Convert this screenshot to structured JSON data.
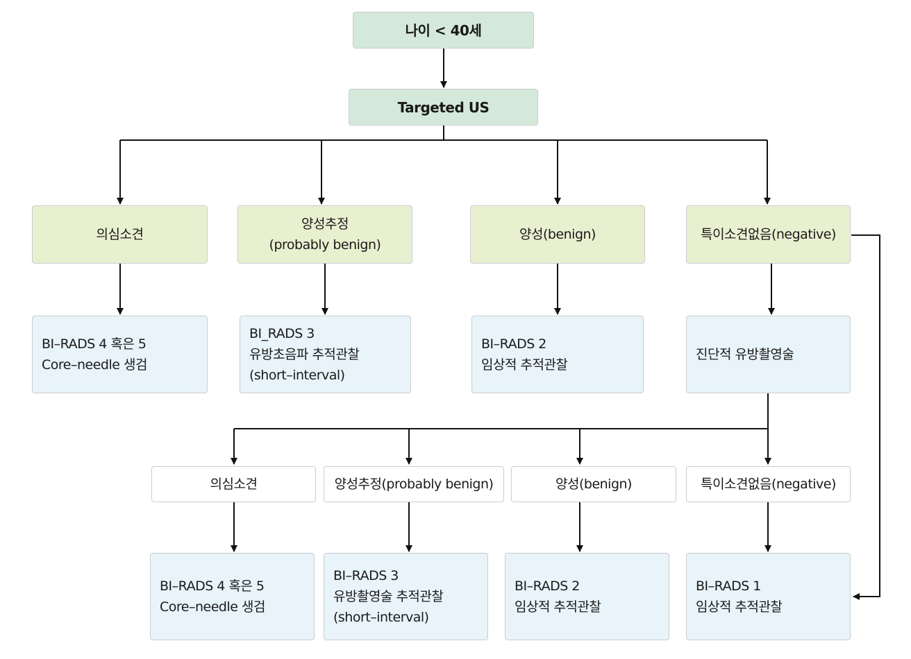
{
  "top": {
    "age": [
      "나이 < 40세"
    ],
    "us": [
      "Targeted US"
    ]
  },
  "level1": [
    {
      "lines": [
        "의심소견"
      ]
    },
    {
      "lines": [
        "양성추정",
        "(probably benign)"
      ]
    },
    {
      "lines": [
        "양성(benign)"
      ]
    },
    {
      "lines": [
        "특이소견없음(negative)"
      ]
    }
  ],
  "level2": [
    {
      "lines": [
        "BI–RADS 4 혹은 5",
        "Core–needle 생검"
      ]
    },
    {
      "lines": [
        "BI_RADS 3",
        "유방초음파 추적관찰",
        "(short–interval)"
      ]
    },
    {
      "lines": [
        "BI–RADS 2",
        "임상적 추적관찰"
      ]
    },
    {
      "lines": [
        "진단적 유방촬영술"
      ]
    }
  ],
  "level3": [
    {
      "lines": [
        "의심소견"
      ]
    },
    {
      "lines": [
        "양성추정(probably benign)"
      ]
    },
    {
      "lines": [
        "양성(benign)"
      ]
    },
    {
      "lines": [
        "특이소견없음(negative)"
      ]
    }
  ],
  "level4": [
    {
      "lines": [
        "BI–RADS 4 혹은 5",
        "Core–needle 생검"
      ]
    },
    {
      "lines": [
        "BI–RADS 3",
        "유방촬영술 추적관찰",
        "(short–interval)"
      ]
    },
    {
      "lines": [
        "BI–RADS 2",
        "임상적 추적관찰"
      ]
    },
    {
      "lines": [
        "BI–RADS 1",
        "임상적 추적관찰"
      ]
    }
  ],
  "colors": {
    "header_fill": "#d4e9da",
    "category_fill": "#e9f0d0",
    "result_fill": "#e8f4fa",
    "subcategory_fill": "#ffffff",
    "connector": "#111111"
  }
}
